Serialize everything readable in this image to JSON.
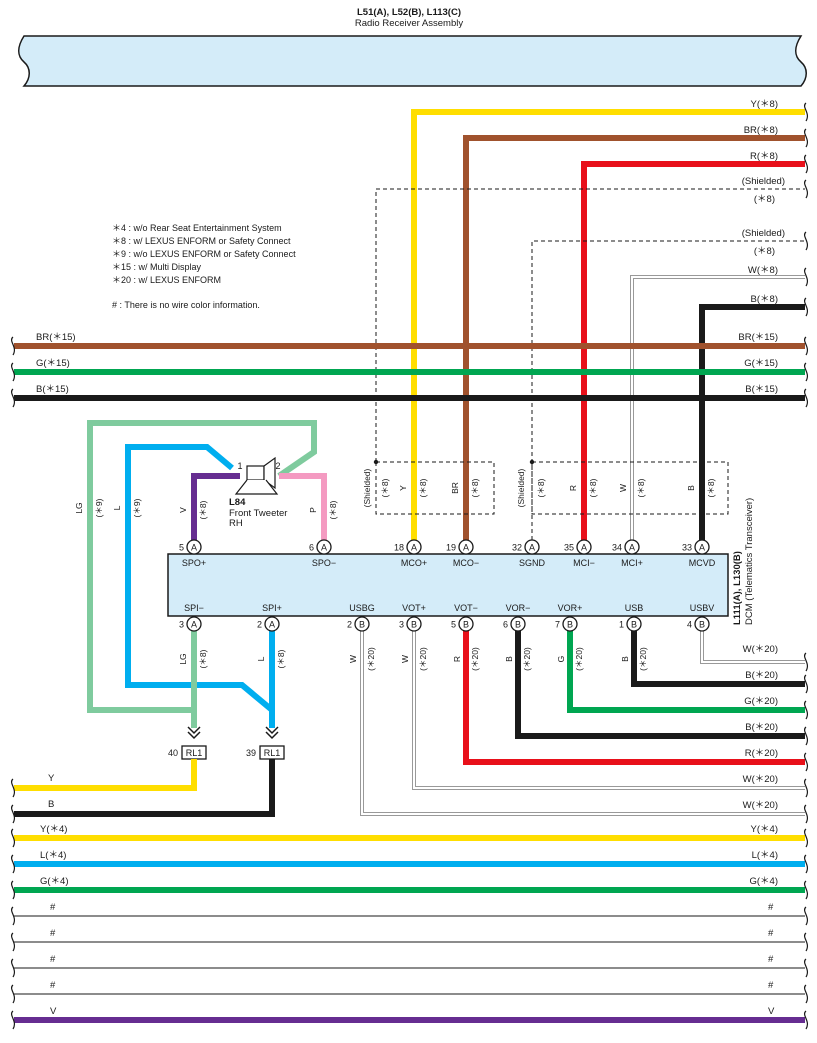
{
  "header": {
    "connector_ids": "L51(A), L52(B), L113(C)",
    "name": "Radio Receiver Assembly"
  },
  "notes": [
    "＊4 : w/o Rear Seat Entertainment System",
    "＊8 : w/ LEXUS ENFORM or Safety Connect",
    "＊9 : w/o LEXUS ENFORM or Safety Connect",
    "＊15 : w/ Multi Display",
    "＊20 : w/ LEXUS ENFORM",
    "# : There is no wire color information."
  ],
  "colors": {
    "yellow": "#FFDE00",
    "brown": "#A0522D",
    "red": "#E8101A",
    "black": "#1a1a1a",
    "green": "#00A651",
    "blue": "#00AEEF",
    "lightgreen": "#7FCB9E",
    "violet": "#662D91",
    "pink": "#F49AC1",
    "white": "#ffffff",
    "connector_fill": "#D4ECF9"
  },
  "tweeter": {
    "id": "L84",
    "name": "Front Tweeter",
    "side": "RH",
    "pin1": "1",
    "pin2": "2"
  },
  "dcm": {
    "ids": "L111(A), L130(B)",
    "name": "DCM (Telematics Transceiver)"
  },
  "dcm_top_pins": [
    {
      "num": "5",
      "conn": "A",
      "name": "SPO+",
      "wire": "V",
      "cond": "(＊8)"
    },
    {
      "num": "6",
      "conn": "A",
      "name": "SPO−",
      "wire": "P",
      "cond": "(＊8)"
    },
    {
      "num": "18",
      "conn": "A",
      "name": "MCO+",
      "wire": "Y",
      "cond": "(＊8)"
    },
    {
      "num": "19",
      "conn": "A",
      "name": "MCO−",
      "wire": "BR",
      "cond": "(＊8)"
    },
    {
      "num": "32",
      "conn": "A",
      "name": "SGND",
      "wire": "(Shielded)",
      "cond": "(＊8)"
    },
    {
      "num": "35",
      "conn": "A",
      "name": "MCI−",
      "wire": "R",
      "cond": "(＊8)"
    },
    {
      "num": "34",
      "conn": "A",
      "name": "MCI+",
      "wire": "W",
      "cond": "(＊8)"
    },
    {
      "num": "33",
      "conn": "A",
      "name": "MCVD",
      "wire": "B",
      "cond": "(＊8)"
    }
  ],
  "left_shield_label": "(Shielded)",
  "left_shield_cond": "(＊8)",
  "dcm_bottom_pins": [
    {
      "num": "3",
      "conn": "A",
      "name": "SPI−",
      "wire": "LG",
      "cond": "(＊8)"
    },
    {
      "num": "2",
      "conn": "A",
      "name": "SPI+",
      "wire": "L",
      "cond": "(＊8)"
    },
    {
      "num": "2",
      "conn": "B",
      "name": "USBG",
      "wire": "W",
      "cond": "(＊20)"
    },
    {
      "num": "3",
      "conn": "B",
      "name": "VOT+",
      "wire": "W",
      "cond": "(＊20)"
    },
    {
      "num": "5",
      "conn": "B",
      "name": "VOT−",
      "wire": "R",
      "cond": "(＊20)"
    },
    {
      "num": "6",
      "conn": "B",
      "name": "VOR−",
      "wire": "B",
      "cond": "(＊20)"
    },
    {
      "num": "7",
      "conn": "B",
      "name": "VOR+",
      "wire": "G",
      "cond": "(＊20)"
    },
    {
      "num": "1",
      "conn": "B",
      "name": "USB",
      "wire": "B",
      "cond": "(＊20)"
    },
    {
      "num": "4",
      "conn": "B",
      "name": "USBV",
      "wire": "",
      "cond": ""
    }
  ],
  "left_loop_wires": [
    {
      "wire": "LG",
      "cond": "(＊9)"
    },
    {
      "wire": "L",
      "cond": "(＊9)"
    }
  ],
  "tweeter_wires": [
    {
      "wire": "V",
      "cond": "(＊8)"
    },
    {
      "wire": "P",
      "cond": "(＊8)"
    }
  ],
  "right_top_wires": [
    {
      "label": "Y(＊8)"
    },
    {
      "label": "BR(＊8)"
    },
    {
      "label": "R(＊8)"
    },
    {
      "label": "(Shielded)",
      "sub": "(＊8)"
    },
    {
      "label": "(Shielded)",
      "sub": "(＊8)"
    },
    {
      "label": "W(＊8)"
    },
    {
      "label": "B(＊8)"
    }
  ],
  "through_wires": [
    {
      "left": "BR(＊15)",
      "right": "BR(＊15)"
    },
    {
      "left": "G(＊15)",
      "right": "G(＊15)"
    },
    {
      "left": "B(＊15)",
      "right": "B(＊15)"
    }
  ],
  "right_bottom_wires": [
    {
      "label": "W(＊20)"
    },
    {
      "label": "B(＊20)"
    },
    {
      "label": "G(＊20)"
    },
    {
      "label": "B(＊20)"
    },
    {
      "label": "R(＊20)"
    },
    {
      "label": "W(＊20)"
    },
    {
      "label": "W(＊20)"
    }
  ],
  "rl1_connectors": [
    {
      "pin": "40",
      "name": "RL1"
    },
    {
      "pin": "39",
      "name": "RL1"
    }
  ],
  "rl1_out_wires": [
    {
      "label": "Y"
    },
    {
      "label": "B"
    }
  ],
  "bottom_wires": [
    {
      "left": "Y(＊4)",
      "right": "Y(＊4)"
    },
    {
      "left": "L(＊4)",
      "right": "L(＊4)"
    },
    {
      "left": "G(＊4)",
      "right": "G(＊4)"
    },
    {
      "left": "#",
      "right": "#"
    },
    {
      "left": "#",
      "right": "#"
    },
    {
      "left": "#",
      "right": "#"
    },
    {
      "left": "#",
      "right": "#"
    },
    {
      "left": "V",
      "right": "V"
    }
  ]
}
